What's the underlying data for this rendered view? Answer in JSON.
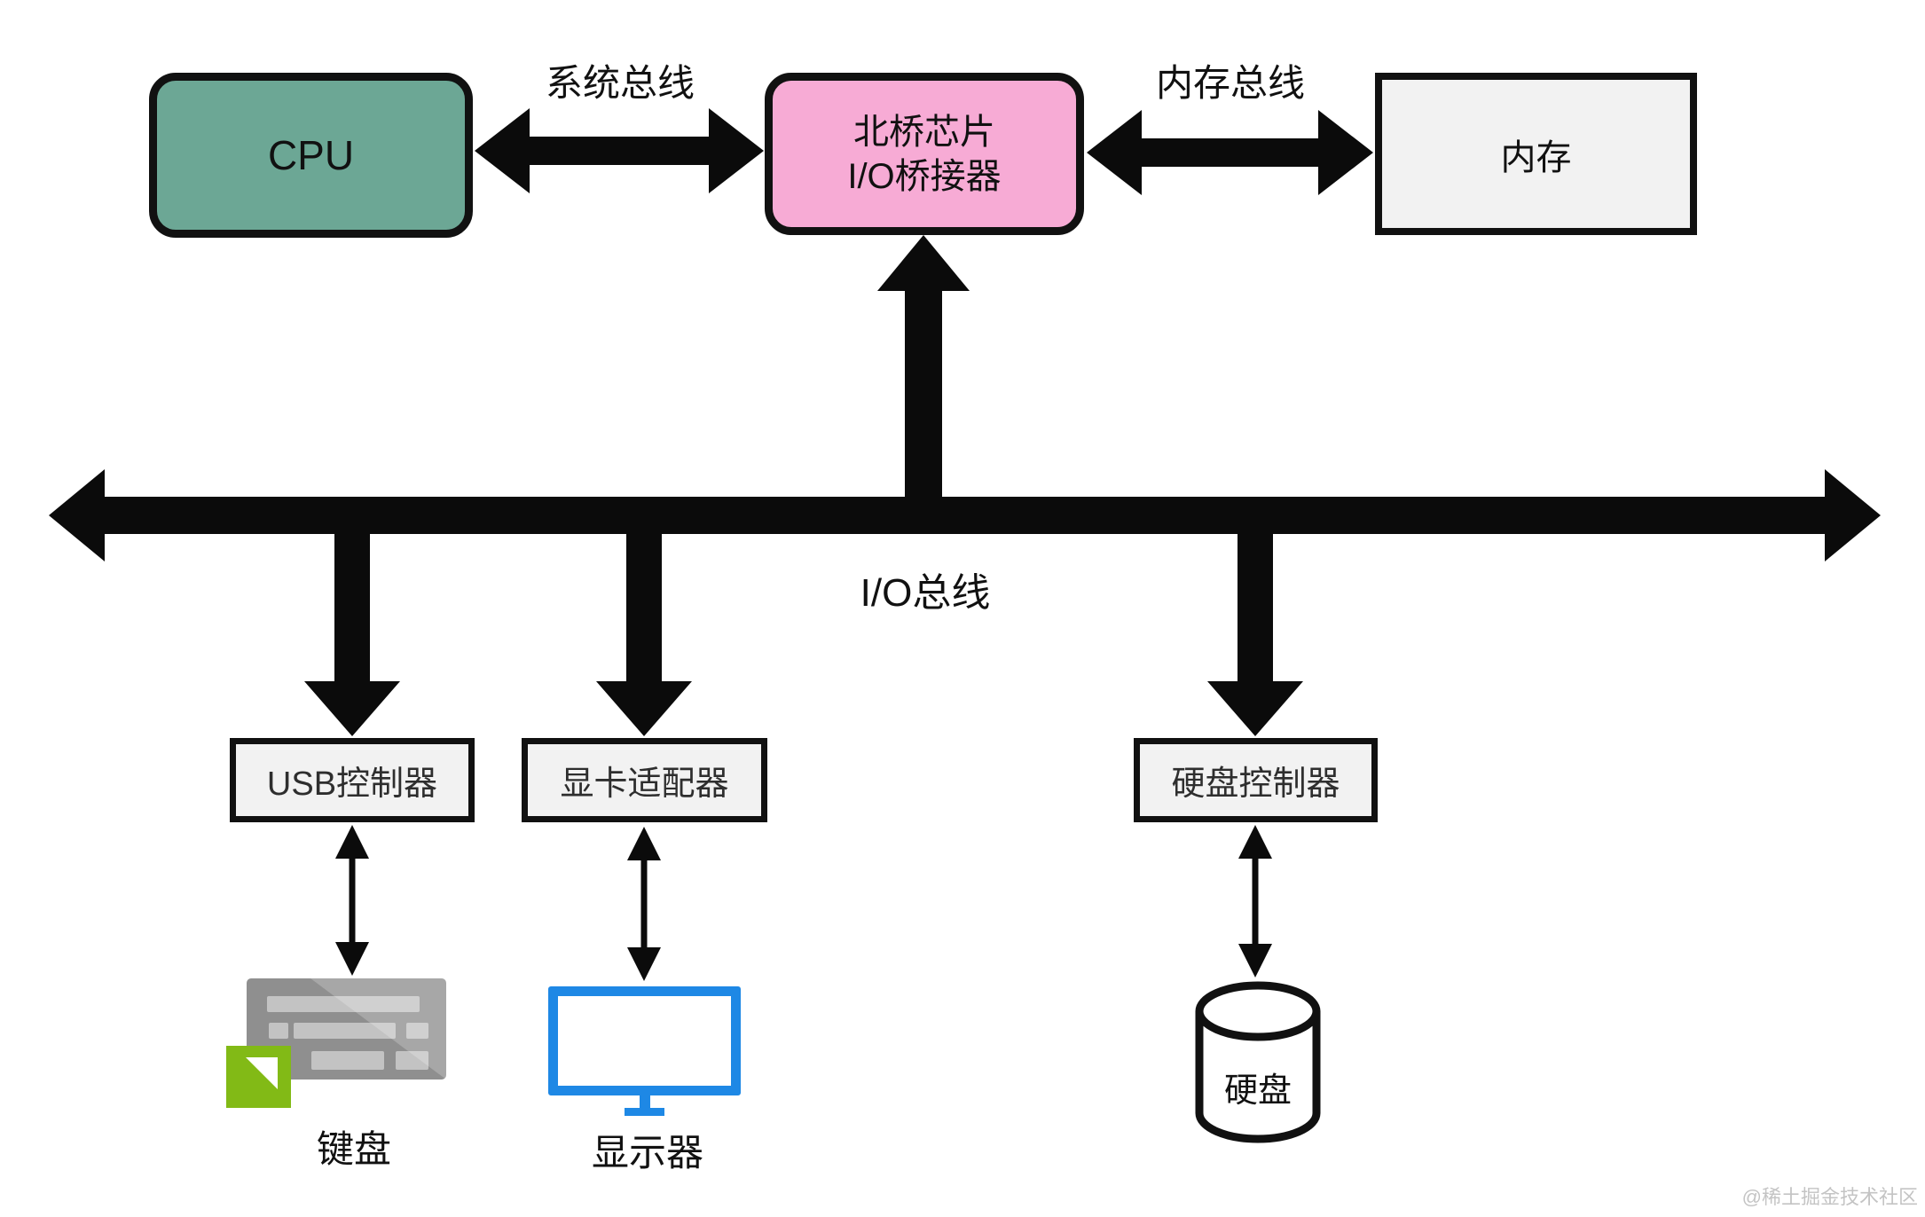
{
  "diagram": {
    "nodes": {
      "cpu": {
        "label": "CPU",
        "fill": "#6CA795"
      },
      "northbridge": {
        "line1": "北桥芯片",
        "line2": "I/O桥接器",
        "fill": "#F7ABD5"
      },
      "memory": {
        "label": "内存",
        "fill": "#F2F2F2"
      },
      "usb_controller": {
        "label": "USB控制器",
        "fill": "#F2F2F2"
      },
      "graphics_adapter": {
        "label": "显卡适配器",
        "fill": "#F2F2F2"
      },
      "disk_controller": {
        "label": "硬盘控制器",
        "fill": "#F2F2F2"
      },
      "keyboard": {
        "label": "键盘"
      },
      "monitor": {
        "label": "显示器"
      },
      "hard_disk": {
        "label": "硬盘"
      }
    },
    "buses": {
      "system_bus": {
        "label": "系统总线"
      },
      "memory_bus": {
        "label": "内存总线"
      },
      "io_bus": {
        "label": "I/O总线"
      }
    },
    "colors": {
      "arrow": "#0b0b0b",
      "box_border": "#111111",
      "controller_fill": "#F2F2F2",
      "cpu_fill": "#6CA795",
      "northbridge_fill": "#F7ABD5",
      "monitor_blue": "#1E88E5",
      "keyboard_green": "#82BA16",
      "keyboard_gray": "#8F8F8F",
      "cylinder_stroke": "#111111"
    },
    "watermark": "@稀土掘金技术社区"
  }
}
